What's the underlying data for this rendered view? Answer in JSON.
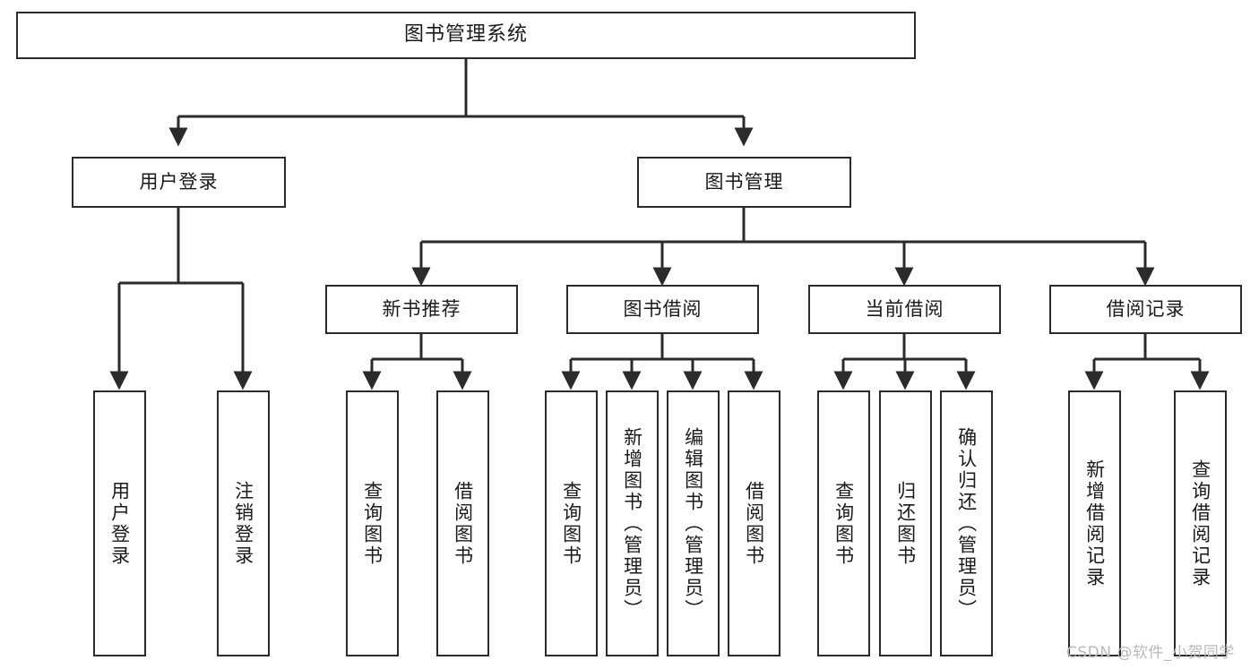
{
  "diagram": {
    "title": "图书管理系统",
    "watermark": "CSDN @软件_小贺同学",
    "colors": {
      "stroke": "#2b2b2b",
      "fill": "#ffffff",
      "text": "#1a1a1a",
      "watermark": "#b9b9b9"
    },
    "nodes": {
      "root": {
        "label": "图书管理系统"
      },
      "level1": [
        {
          "label": "用户登录"
        },
        {
          "label": "图书管理"
        }
      ],
      "level2": [
        {
          "label": "新书推荐"
        },
        {
          "label": "图书借阅"
        },
        {
          "label": "当前借阅"
        },
        {
          "label": "借阅记录"
        }
      ],
      "leaves_user_login": [
        {
          "label": "用户登录"
        },
        {
          "label": "注销登录"
        }
      ],
      "leaves_new_books": [
        {
          "label": "查询图书"
        },
        {
          "label": "借阅图书"
        }
      ],
      "leaves_borrow": [
        {
          "label": "查询图书"
        },
        {
          "label": "新增图书（管理员）"
        },
        {
          "label": "编辑图书（管理员）"
        },
        {
          "label": "借阅图书"
        }
      ],
      "leaves_current": [
        {
          "label": "查询图书"
        },
        {
          "label": "归还图书"
        },
        {
          "label": "确认归还（管理员）"
        }
      ],
      "leaves_records": [
        {
          "label": "新增借阅记录"
        },
        {
          "label": "查询借阅记录"
        }
      ]
    }
  }
}
